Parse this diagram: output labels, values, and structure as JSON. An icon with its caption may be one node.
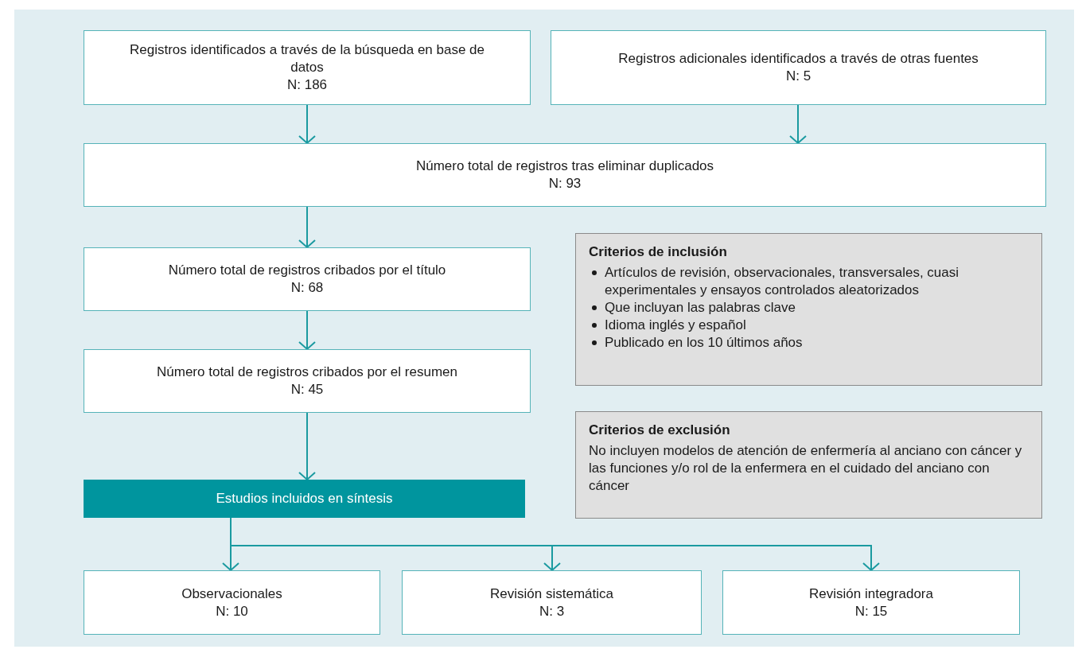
{
  "diagram": {
    "nodes": [
      {
        "text": [
          "Registros identificados a través de la búsqueda en base de datos",
          "N: 186"
        ]
      },
      {
        "text": [
          "Registros adicionales identificados a través de otras fuentes",
          "N: 5"
        ]
      },
      {
        "text": [
          "Número total de registros tras eliminar duplicados",
          "N: 93"
        ]
      },
      {
        "text": [
          "Número total de registros cribados por el título",
          "N: 68"
        ]
      },
      {
        "text": [
          "Número total de registros cribados por el resumen",
          "N: 45"
        ]
      },
      {
        "text": [
          "Estudios incluidos en síntesis"
        ]
      },
      {
        "text": [
          "Observacionales",
          "N: 10"
        ]
      },
      {
        "text": [
          "Revisión sistemática",
          "N: 3"
        ]
      },
      {
        "text": [
          "Revisión integradora",
          "N: 15"
        ]
      },
      {
        "text": [
          "Criterios de inclusión",
          "Artículos de revisión, observacionales, transversales, cuasi experimentales y ensayos controlados aleatorizados",
          "Que incluyan las palabras clave",
          "Idioma inglés y español",
          "Publicado en los 10 últimos años"
        ]
      },
      {
        "text": [
          "Criterios de exclusión",
          "No incluyen modelos de atención de enfermería al anciano con cáncer y las funciones y/o rol de la enfermera en el cuidado del anciano con cáncer"
        ]
      }
    ],
    "edges": [
      {
        "from": 0,
        "to": 2,
        "arrow": "to"
      },
      {
        "from": 1,
        "to": 2,
        "arrow": "to"
      },
      {
        "from": 2,
        "to": 3,
        "arrow": "to"
      },
      {
        "from": 3,
        "to": 4,
        "arrow": "to"
      },
      {
        "from": 4,
        "to": 5,
        "arrow": "to"
      },
      {
        "from": 5,
        "to": 6,
        "arrow": "to"
      },
      {
        "from": 5,
        "to": 7,
        "arrow": "to"
      },
      {
        "from": 5,
        "to": 8,
        "arrow": "to"
      }
    ]
  }
}
